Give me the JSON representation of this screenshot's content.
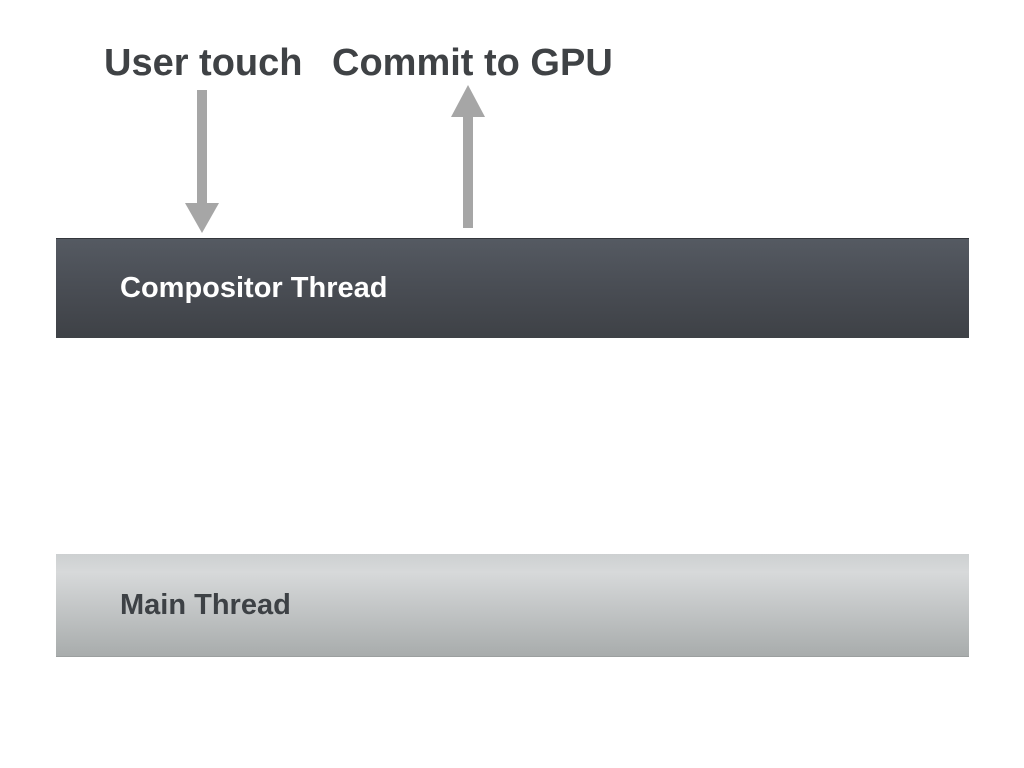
{
  "diagram": {
    "title": "Compositor Thread vs Main Thread diagram",
    "labels": {
      "user_touch": "User touch",
      "commit_to_gpu": "Commit to GPU"
    },
    "arrows": [
      {
        "name": "user-touch-down-arrow",
        "direction": "down",
        "from": "User touch",
        "to": "Compositor Thread"
      },
      {
        "name": "commit-to-gpu-up-arrow",
        "direction": "up",
        "from": "Compositor Thread",
        "to": "Commit to GPU"
      }
    ],
    "bars": {
      "compositor": {
        "label": "Compositor Thread"
      },
      "main": {
        "label": "Main Thread"
      }
    },
    "colors": {
      "background": "#ffffff",
      "heading_text": "#3f4245",
      "arrow": "#a6a6a6",
      "compositor_bar_top": "#555a62",
      "compositor_bar_bottom": "#3e4146",
      "compositor_text": "#ffffff",
      "main_bar_top": "#d7d9da",
      "main_bar_bottom": "#a8acac",
      "main_text": "#3d4145"
    }
  }
}
